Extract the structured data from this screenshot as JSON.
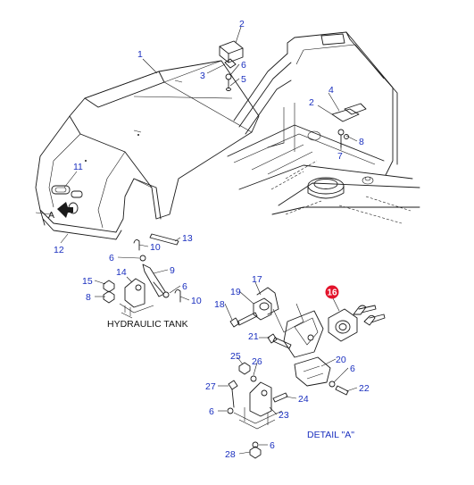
{
  "colors": {
    "callout_text": "#1a2fbf",
    "highlight_fill": "#e3132b",
    "line": "#1a1a1a",
    "background": "#ffffff"
  },
  "captions": {
    "hydraulic_tank": "HYDRAULIC TANK",
    "detail_a": "DETAIL \"A\"",
    "view_marker": "A"
  },
  "highlighted_part": "16",
  "callouts": {
    "n1": "1",
    "n2a": "2",
    "n3": "3",
    "n6a": "6",
    "n5": "5",
    "n4": "4",
    "n2b": "2",
    "n8a": "8",
    "n7": "7",
    "n11": "11",
    "n12": "12",
    "n10a": "10",
    "n13": "13",
    "n6b": "6",
    "n9": "9",
    "n15": "15",
    "n8b": "8",
    "n14": "14",
    "n6c": "6",
    "n10b": "10",
    "n17": "17",
    "n19": "19",
    "n18": "18",
    "n16": "16",
    "n21": "21",
    "n20": "20",
    "n6d": "6",
    "n22": "22",
    "n25": "25",
    "n26": "26",
    "n27": "27",
    "n24": "24",
    "n6e": "6",
    "n23": "23",
    "n6f": "6",
    "n28": "28"
  }
}
